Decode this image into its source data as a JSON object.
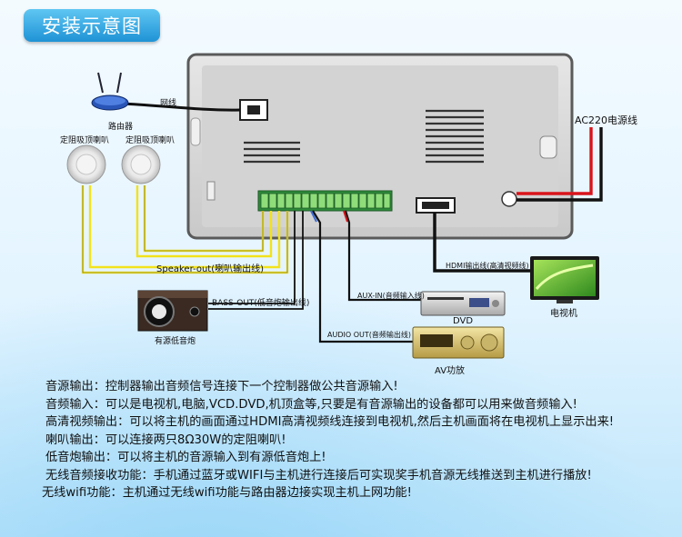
{
  "title": "安装示意图",
  "labels": {
    "network_cable": "网线",
    "router": "路由器",
    "ceiling_speaker_1": "定阻吸顶喇叭",
    "ceiling_speaker_2": "定阻吸顶喇叭",
    "ac_power": "AC220电源线",
    "speaker_out": "Speaker-out(喇叭输出线)",
    "bass_out": "BASS-OUT(低音炮输出线)",
    "subwoofer": "有源低音炮",
    "hdmi": "HDMI输出线(高清视频线)",
    "tv": "电视机",
    "aux_in": "AUX-IN(音频输入线)",
    "dvd": "DVD",
    "audio_out": "AUDIO OUT(音频输出线)",
    "amp": "AV功放"
  },
  "descriptions": [
    "音源输出：控制器输出音频信号连接下一个控制器做公共音源输入!",
    "音频输入：可以是电视机,电脑,VCD.DVD,机顶盒等,只要是有音源输出的设备都可以用来做音频输入!",
    "高清视频输出：可以将主机的画面通过HDMI高清视频线连接到电视机,然后主机画面将在电视机上显示出来!",
    "喇叭输出：可以连接两只8Ω30W的定阻喇叭!",
    "低音炮输出：可以将主机的音源输入到有源低音炮上!",
    "无线音频接收功能：手机通过蓝牙或WIFI与主机进行连接后可实现奖手机音源无线推送到主机进行播放!",
    "无线wifi功能：主机通过无线wifi功能与路由器边接实现主机上网功能!"
  ],
  "colors": {
    "title_bg": "#2a9ede",
    "speaker_wire": "#f2e21b",
    "power_red": "#d9141b",
    "music_note": "#f29a1f"
  }
}
